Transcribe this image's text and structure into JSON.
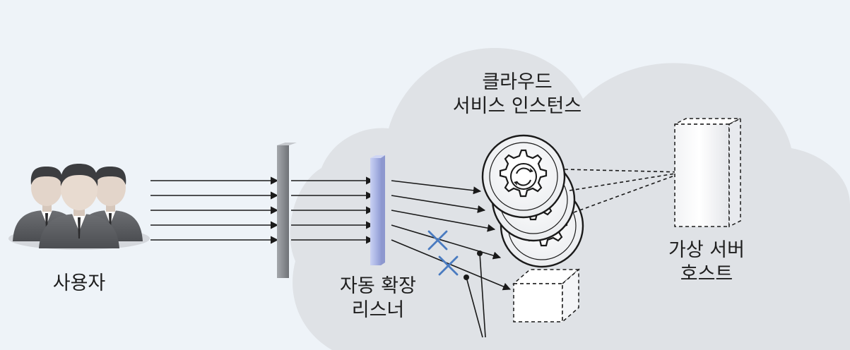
{
  "diagram": {
    "users_label": "사용자",
    "listener_label": [
      "자동 확장",
      "리스너"
    ],
    "instances_label": [
      "클라우드",
      "서비스 인스턴스"
    ],
    "host_label": [
      "가상 서버",
      "호스트"
    ]
  },
  "colors": {
    "background": "#eef3f8",
    "cloud": "#dfe2e6",
    "load_balancer_bar": "#8a8d92",
    "listener_bar": "#aeb8e6",
    "blocked_mark": "#4a7bc0",
    "line": "#1a1a1a"
  },
  "icons": {
    "users": "user-group-icon",
    "instances": "gear-stack-icon",
    "host": "server-icon",
    "new_instance": "empty-box-icon",
    "blocked": "x-mark-icon"
  }
}
